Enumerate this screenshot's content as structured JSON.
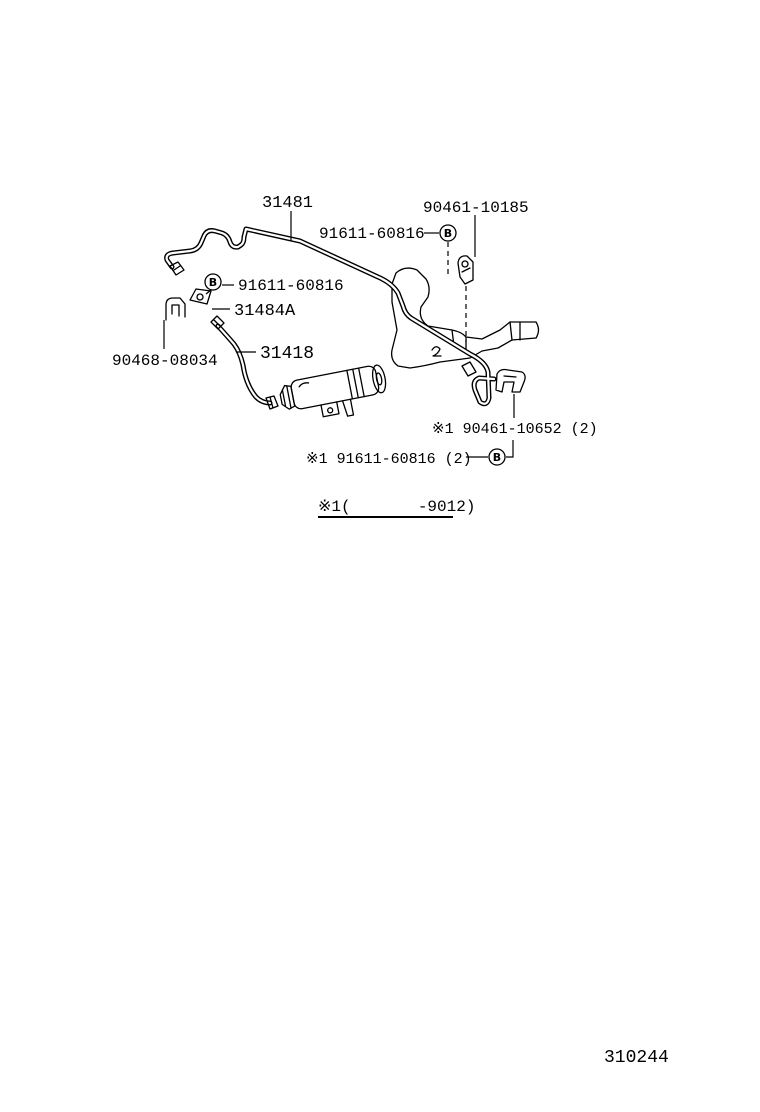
{
  "callouts": {
    "pipe": "31481",
    "clip_top": "90461-10185",
    "bolt_upper": "91611-60816",
    "bolt_left": "91611-60816",
    "bracket": "31484A",
    "clip_left": "90468-08034",
    "hose": "31418",
    "clip_right": "※1 90461-10652 (2)",
    "bolt_lower": "※1 91611-60816 (2)"
  },
  "marker_label": "B",
  "footnote": "※1(       -9012)",
  "figure_number": "310244"
}
